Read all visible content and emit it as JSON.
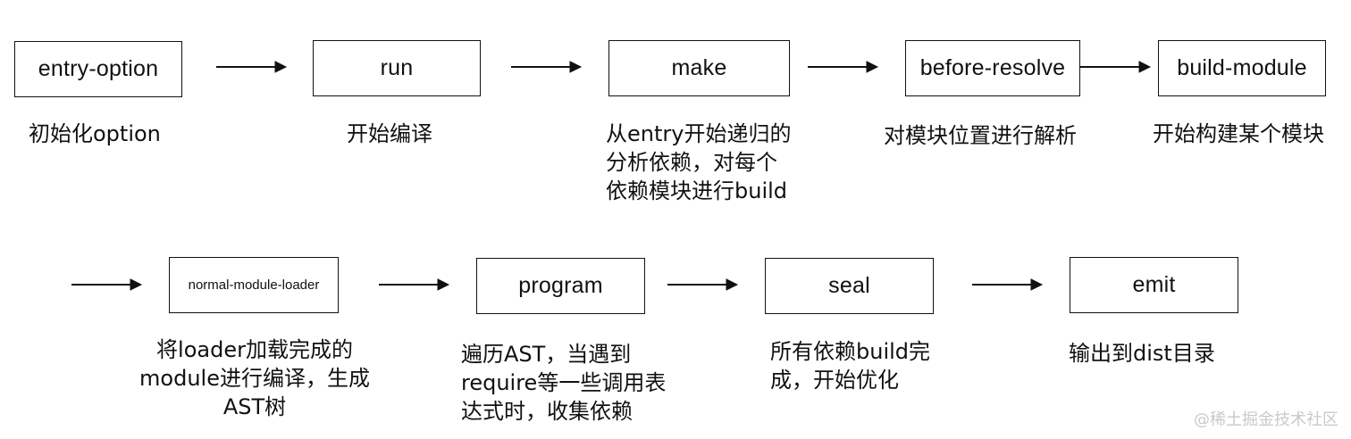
{
  "nodes": [
    {
      "label": "entry-option"
    },
    {
      "label": "run"
    },
    {
      "label": "make"
    },
    {
      "label": "before-resolve"
    },
    {
      "label": "build-module"
    },
    {
      "label": "normal-module-loader"
    },
    {
      "label": "program"
    },
    {
      "label": "seal"
    },
    {
      "label": "emit"
    }
  ],
  "descriptions": [
    {
      "text": "初始化option"
    },
    {
      "text": "开始编译"
    },
    {
      "text": "从entry开始递归的\n分析依赖，对每个\n依赖模块进行build"
    },
    {
      "text": "对模块位置进行解析"
    },
    {
      "text": "开始构建某个模块"
    },
    {
      "text": "将loader加载完成的\nmodule进行编译，生成\nAST树"
    },
    {
      "text": "遍历AST，当遇到\nrequire等一些调用表\n达式时，收集依赖"
    },
    {
      "text": "所有依赖build完\n成，开始优化"
    },
    {
      "text": "输出到dist目录"
    }
  ],
  "watermark": "@稀土掘金技术社区",
  "colors": {
    "stroke": "#111111",
    "background": "#ffffff",
    "watermark": "#c9c9c9"
  }
}
